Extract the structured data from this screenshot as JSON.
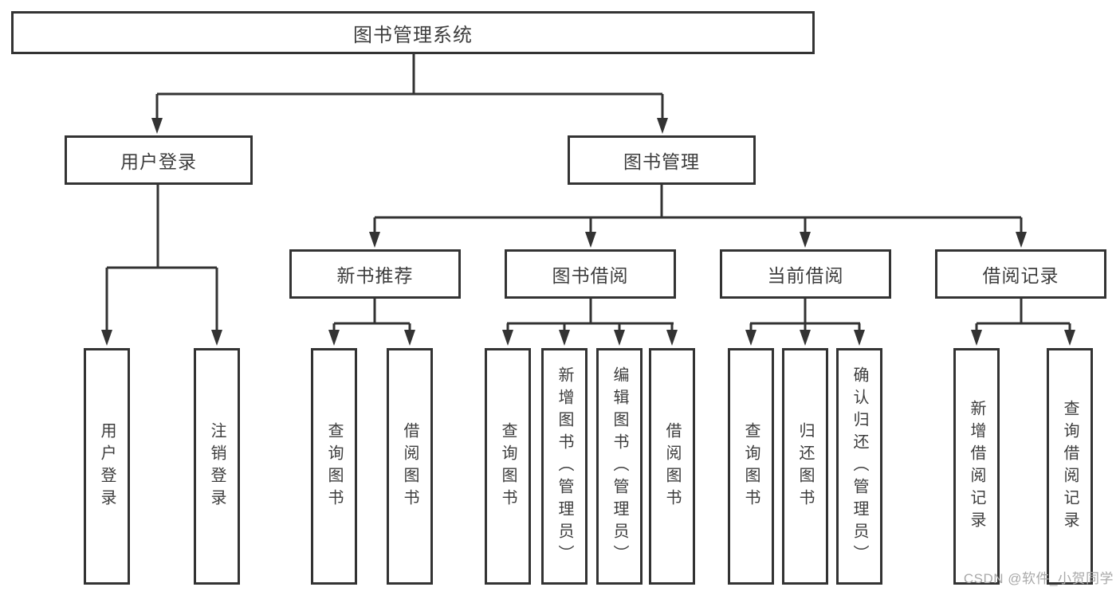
{
  "tree": {
    "label": "图书管理系统",
    "children": [
      {
        "label": "用户登录",
        "children": [
          {
            "label": "用户登录"
          },
          {
            "label": "注销登录"
          }
        ]
      },
      {
        "label": "图书管理",
        "children": [
          {
            "label": "新书推荐",
            "children": [
              {
                "label": "查询图书"
              },
              {
                "label": "借阅图书"
              }
            ]
          },
          {
            "label": "图书借阅",
            "children": [
              {
                "label": "查询图书"
              },
              {
                "label": "新增图书（管理员）"
              },
              {
                "label": "编辑图书（管理员）"
              },
              {
                "label": "借阅图书"
              }
            ]
          },
          {
            "label": "当前借阅",
            "children": [
              {
                "label": "查询图书"
              },
              {
                "label": "归还图书"
              },
              {
                "label": "确认归还（管理员）"
              }
            ]
          },
          {
            "label": "借阅记录",
            "children": [
              {
                "label": "新增借阅记录"
              },
              {
                "label": "查询借阅记录"
              }
            ]
          }
        ]
      }
    ]
  },
  "watermark": {
    "text": "CSDN @软件_小贺同学"
  },
  "colors": {
    "line": "#333333",
    "box_border": "#333333",
    "box_background": "#ffffff",
    "text": "#3d3d3d",
    "watermark": "#a9a9a9",
    "background": "#ffffff"
  }
}
